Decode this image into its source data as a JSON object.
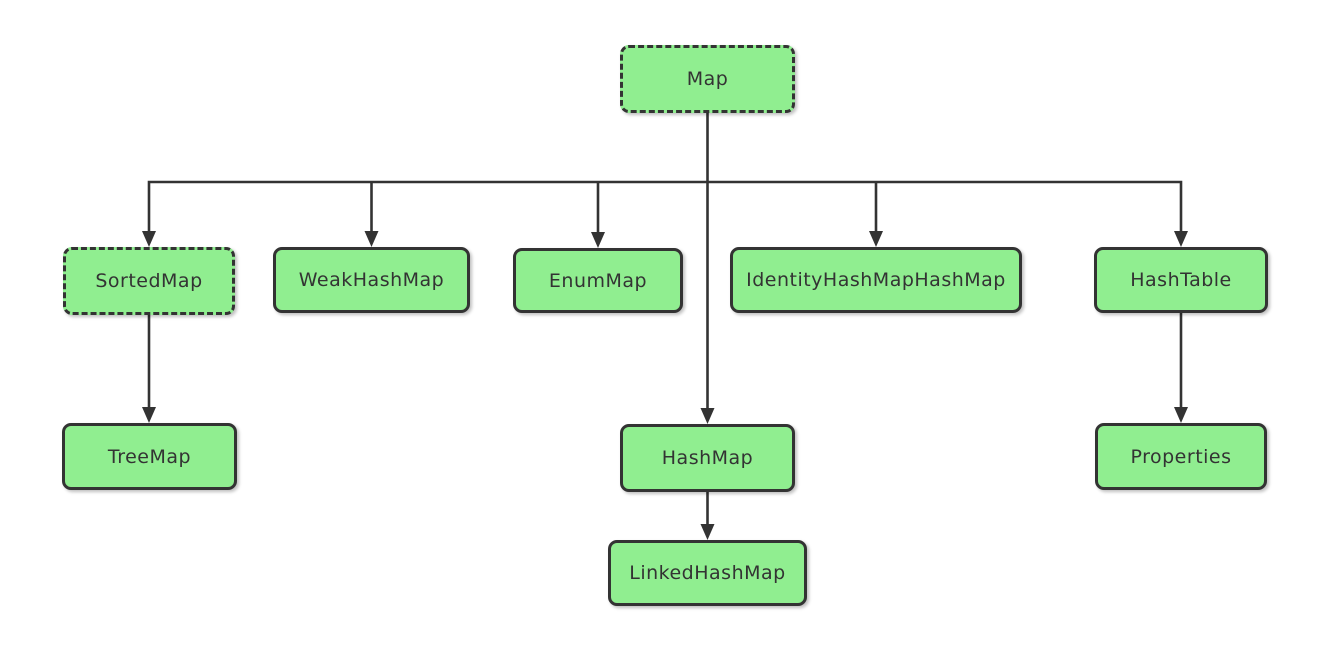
{
  "diagram": {
    "background_color": "#ffffff",
    "colors": {
      "node_fill": "#90EE90",
      "node_border": "#333333",
      "connector": "#333333",
      "text": "#333333"
    },
    "nodes": {
      "map": {
        "label": "Map",
        "border_style": "dashed"
      },
      "sortedmap": {
        "label": "SortedMap",
        "border_style": "dashed"
      },
      "weakhashmap": {
        "label": "WeakHashMap",
        "border_style": "solid"
      },
      "enummap": {
        "label": "EnumMap",
        "border_style": "solid"
      },
      "identityhashmaphashmap": {
        "label": "IdentityHashMapHashMap",
        "border_style": "solid"
      },
      "hashtable": {
        "label": "HashTable",
        "border_style": "solid"
      },
      "treemap": {
        "label": "TreeMap",
        "border_style": "solid"
      },
      "hashmap": {
        "label": "HashMap",
        "border_style": "solid"
      },
      "properties": {
        "label": "Properties",
        "border_style": "solid"
      },
      "linkedhashmap": {
        "label": "LinkedHashMap",
        "border_style": "solid"
      }
    },
    "edges": [
      {
        "from": "Map",
        "to": "SortedMap"
      },
      {
        "from": "Map",
        "to": "WeakHashMap"
      },
      {
        "from": "Map",
        "to": "EnumMap"
      },
      {
        "from": "Map",
        "to": "IdentityHashMapHashMap"
      },
      {
        "from": "Map",
        "to": "HashTable"
      },
      {
        "from": "Map",
        "to": "HashMap"
      },
      {
        "from": "SortedMap",
        "to": "TreeMap"
      },
      {
        "from": "HashTable",
        "to": "Properties"
      },
      {
        "from": "HashMap",
        "to": "LinkedHashMap"
      }
    ]
  }
}
